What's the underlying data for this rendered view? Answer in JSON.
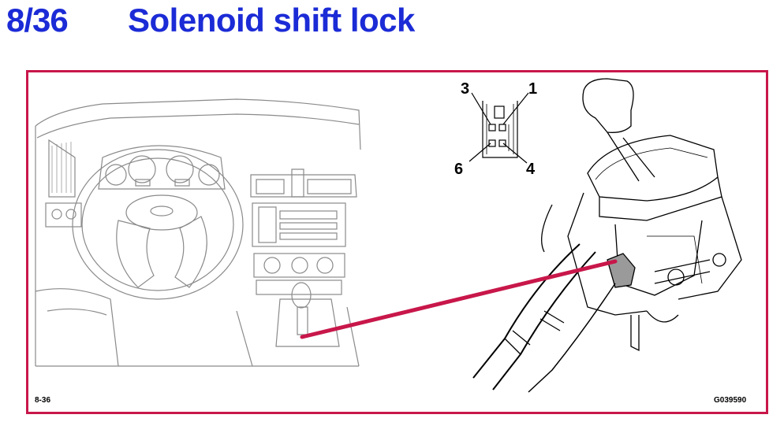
{
  "header": {
    "page_number": "8/36",
    "title": "Solenoid shift lock"
  },
  "figure": {
    "reference_left": "8-36",
    "reference_right": "G039590"
  },
  "connector": {
    "pins": {
      "pin_top_left": "3",
      "pin_top_right": "1",
      "pin_bottom_left": "6",
      "pin_bottom_right": "4"
    }
  },
  "colors": {
    "title_blue": "#1b2bd6",
    "frame_red": "#c8174a",
    "pointer_red": "#c8174a",
    "line_gray": "#8a8a8a"
  }
}
